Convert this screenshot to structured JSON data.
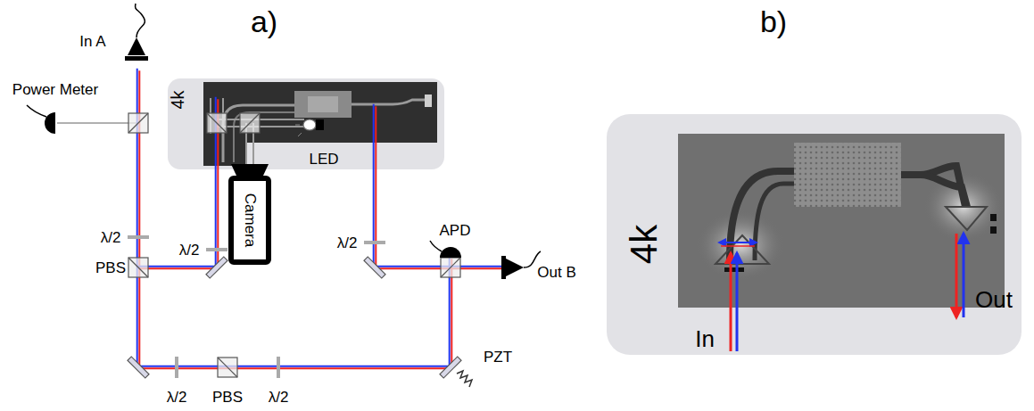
{
  "diagram": {
    "nodes": [
      {
        "text": [
          "4k"
        ]
      },
      {
        "text": [
          "Camera"
        ]
      },
      {
        "text": [
          "4k"
        ]
      }
    ],
    "labels": [
      "a)",
      "b)",
      "In A",
      "Power Meter",
      "LED",
      "λ/2",
      "λ/2",
      "λ/2",
      "PBS",
      "APD",
      "Out B",
      "λ/2",
      "PBS",
      "λ/2",
      "PZT",
      "In",
      "Out"
    ]
  }
}
